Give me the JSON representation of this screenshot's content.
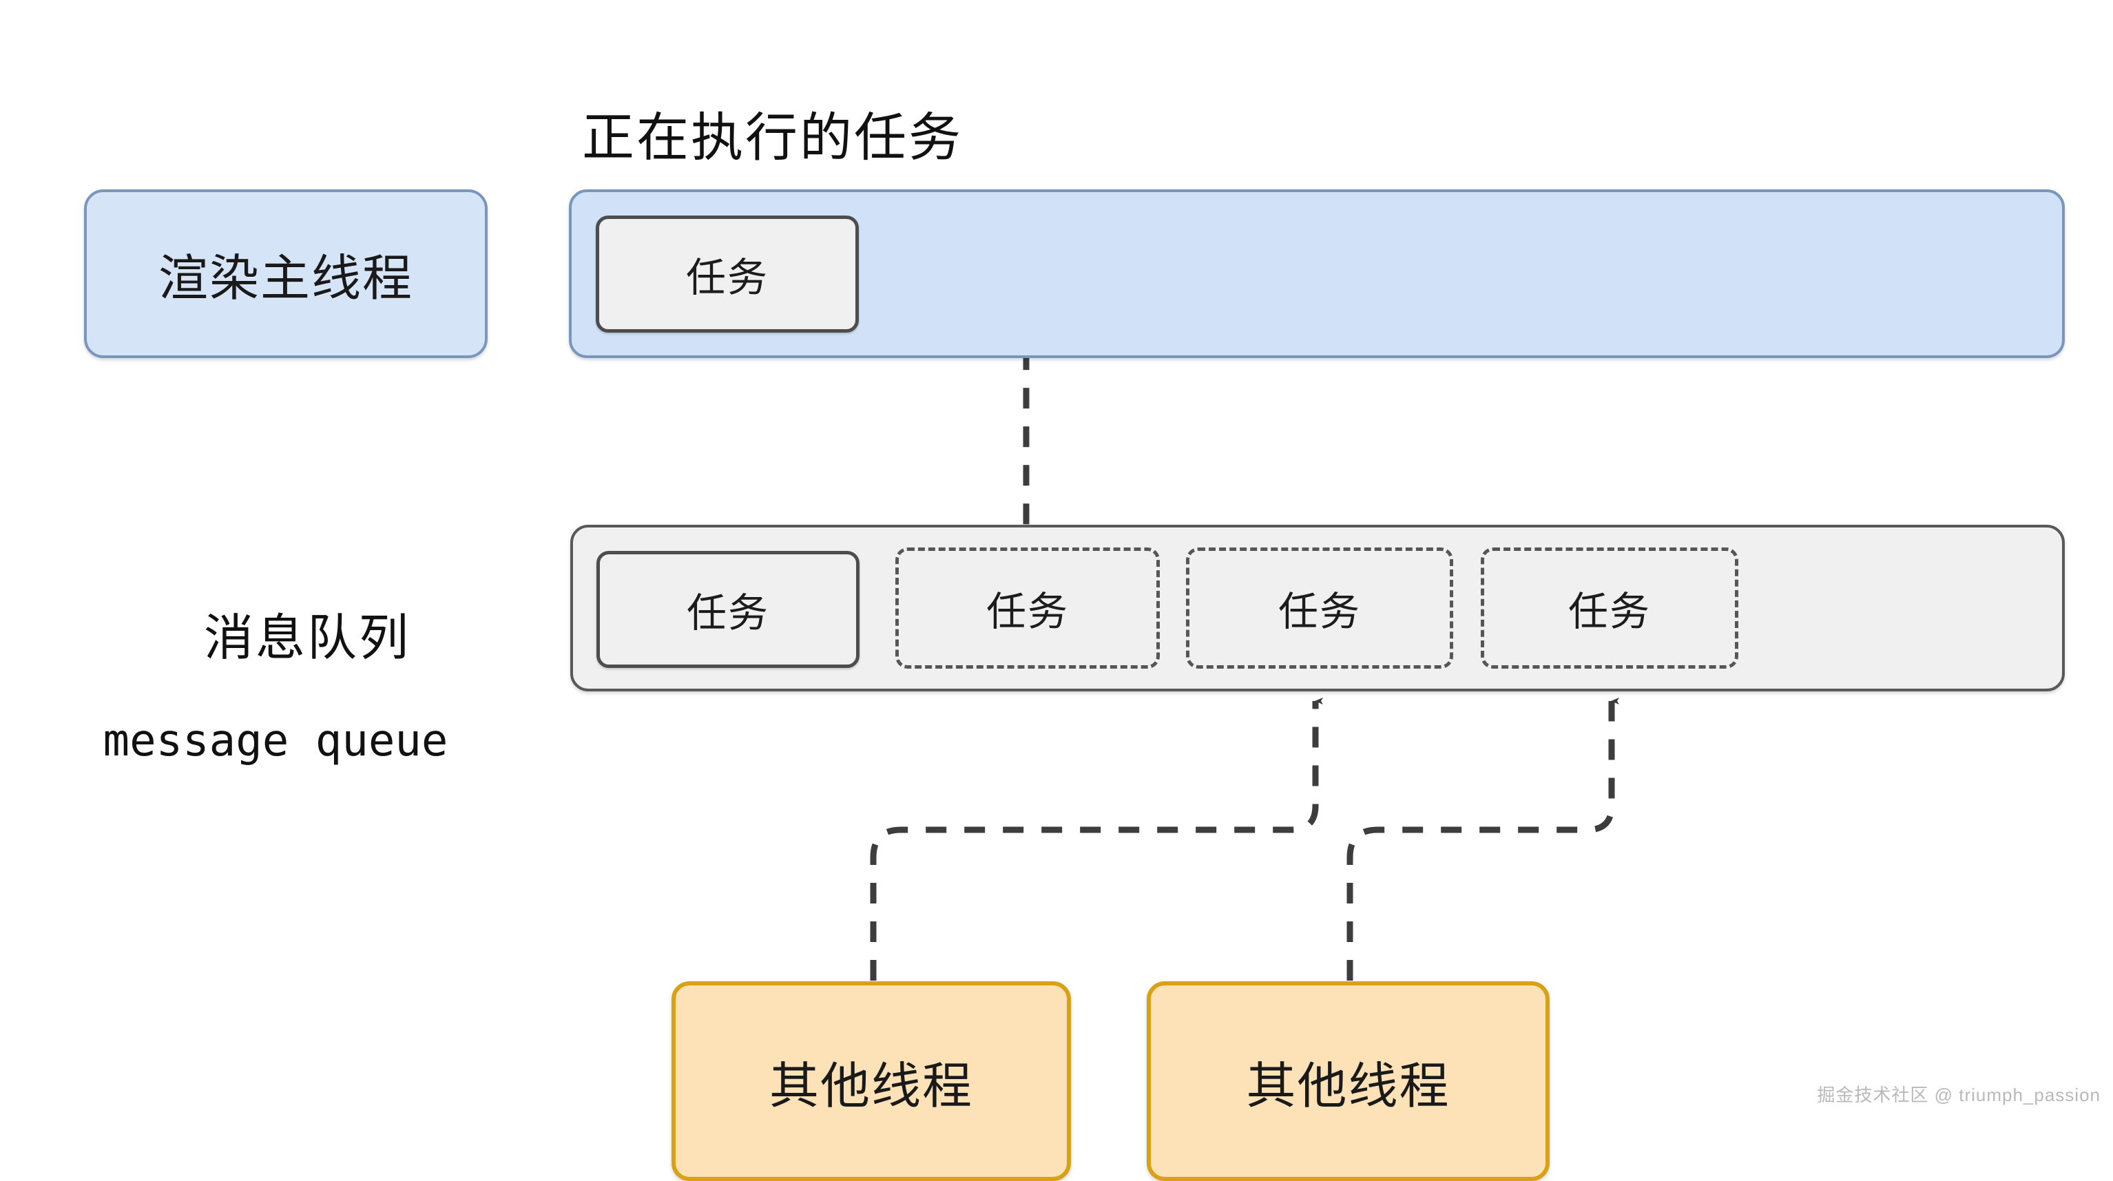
{
  "diagram": {
    "title_running_task": "正在执行的任务",
    "main_thread_label": "渲染主线程",
    "queue_label_cn": "消息队列",
    "queue_label_en": "message queue",
    "task_label": "任务",
    "other_thread_label": "其他线程",
    "watermark": "掘金技术社区 @ triumph_passion"
  },
  "main_thread_lane": {
    "tasks": [
      {
        "label": "任务",
        "style": "solid"
      }
    ]
  },
  "message_queue_lane": {
    "tasks": [
      {
        "label": "任务",
        "style": "solid"
      },
      {
        "label": "任务",
        "style": "dashed"
      },
      {
        "label": "任务",
        "style": "dashed"
      },
      {
        "label": "任务",
        "style": "dashed"
      }
    ]
  },
  "other_threads": [
    {
      "label": "其他线程"
    },
    {
      "label": "其他线程"
    }
  ],
  "colors": {
    "main_thread_fill": "#d5e4f7",
    "main_thread_border": "#7b96bd",
    "queue_fill": "#f0f0f0",
    "queue_border": "#595959",
    "other_thread_fill": "#fce2b6",
    "other_thread_border": "#d9a216",
    "connector": "#3d3d3d",
    "text": "#1a1a1a"
  },
  "connectors": [
    {
      "name": "main-task-to-queue",
      "from": "main-thread-task",
      "to": "queue-task-2",
      "direction": "down",
      "style": "dashed"
    },
    {
      "name": "thread-1-to-queue",
      "from": "other-thread-1",
      "to": "queue-task-3",
      "direction": "up",
      "style": "dashed"
    },
    {
      "name": "thread-2-to-queue",
      "from": "other-thread-2",
      "to": "queue-task-4",
      "direction": "up",
      "style": "dashed"
    }
  ]
}
